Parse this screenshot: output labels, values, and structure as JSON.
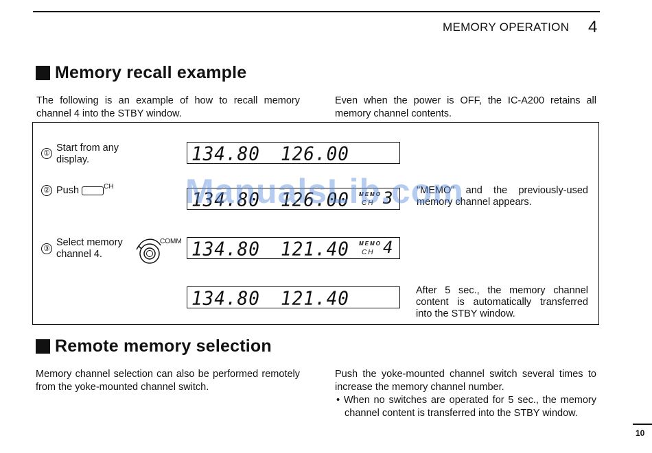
{
  "header": {
    "title": "MEMORY OPERATION",
    "chapter": "4"
  },
  "section1": {
    "title": "Memory recall example",
    "intro_left": "The following is an example of how to recall memory channel 4 into the STBY window.",
    "intro_right": "Even when the power is OFF, the IC-A200 retains all memory channel contents."
  },
  "steps": [
    {
      "num": "①",
      "line1": "Start from any",
      "line2": "display."
    },
    {
      "num": "②",
      "label": "Push",
      "button_label": "CH"
    },
    {
      "num": "③",
      "line1": "Select memory",
      "line2": "channel 4.",
      "knob_label": "COMM"
    }
  ],
  "displays": [
    {
      "active": "134.80",
      "stby": "126.00",
      "memo": "",
      "ch_label": "",
      "ch_digit": ""
    },
    {
      "active": "134.80",
      "stby": "126.00",
      "memo": "MEMO",
      "ch_label": "CH",
      "ch_digit": "3"
    },
    {
      "active": "134.80",
      "stby": "121.40",
      "memo": "MEMO",
      "ch_label": "CH",
      "ch_digit": "4"
    },
    {
      "active": "134.80",
      "stby": "121.40",
      "memo": "",
      "ch_label": "",
      "ch_digit": ""
    }
  ],
  "descriptions": {
    "d2": "\"MEMO\" and the previously-used memory channel appears.",
    "d4": "After 5 sec., the memory channel content is automatically transferred into the STBY window."
  },
  "section2": {
    "title": "Remote memory selection",
    "left": "Memory channel selection can also be performed remotely from the yoke-mounted channel switch.",
    "right": "Push the yoke-mounted channel switch several times to increase the memory channel number.",
    "bullet": "• When no switches are operated for 5 sec., the memory channel content is transferred into the STBY window."
  },
  "watermark": "ManualsLib.com",
  "page_number": "10"
}
